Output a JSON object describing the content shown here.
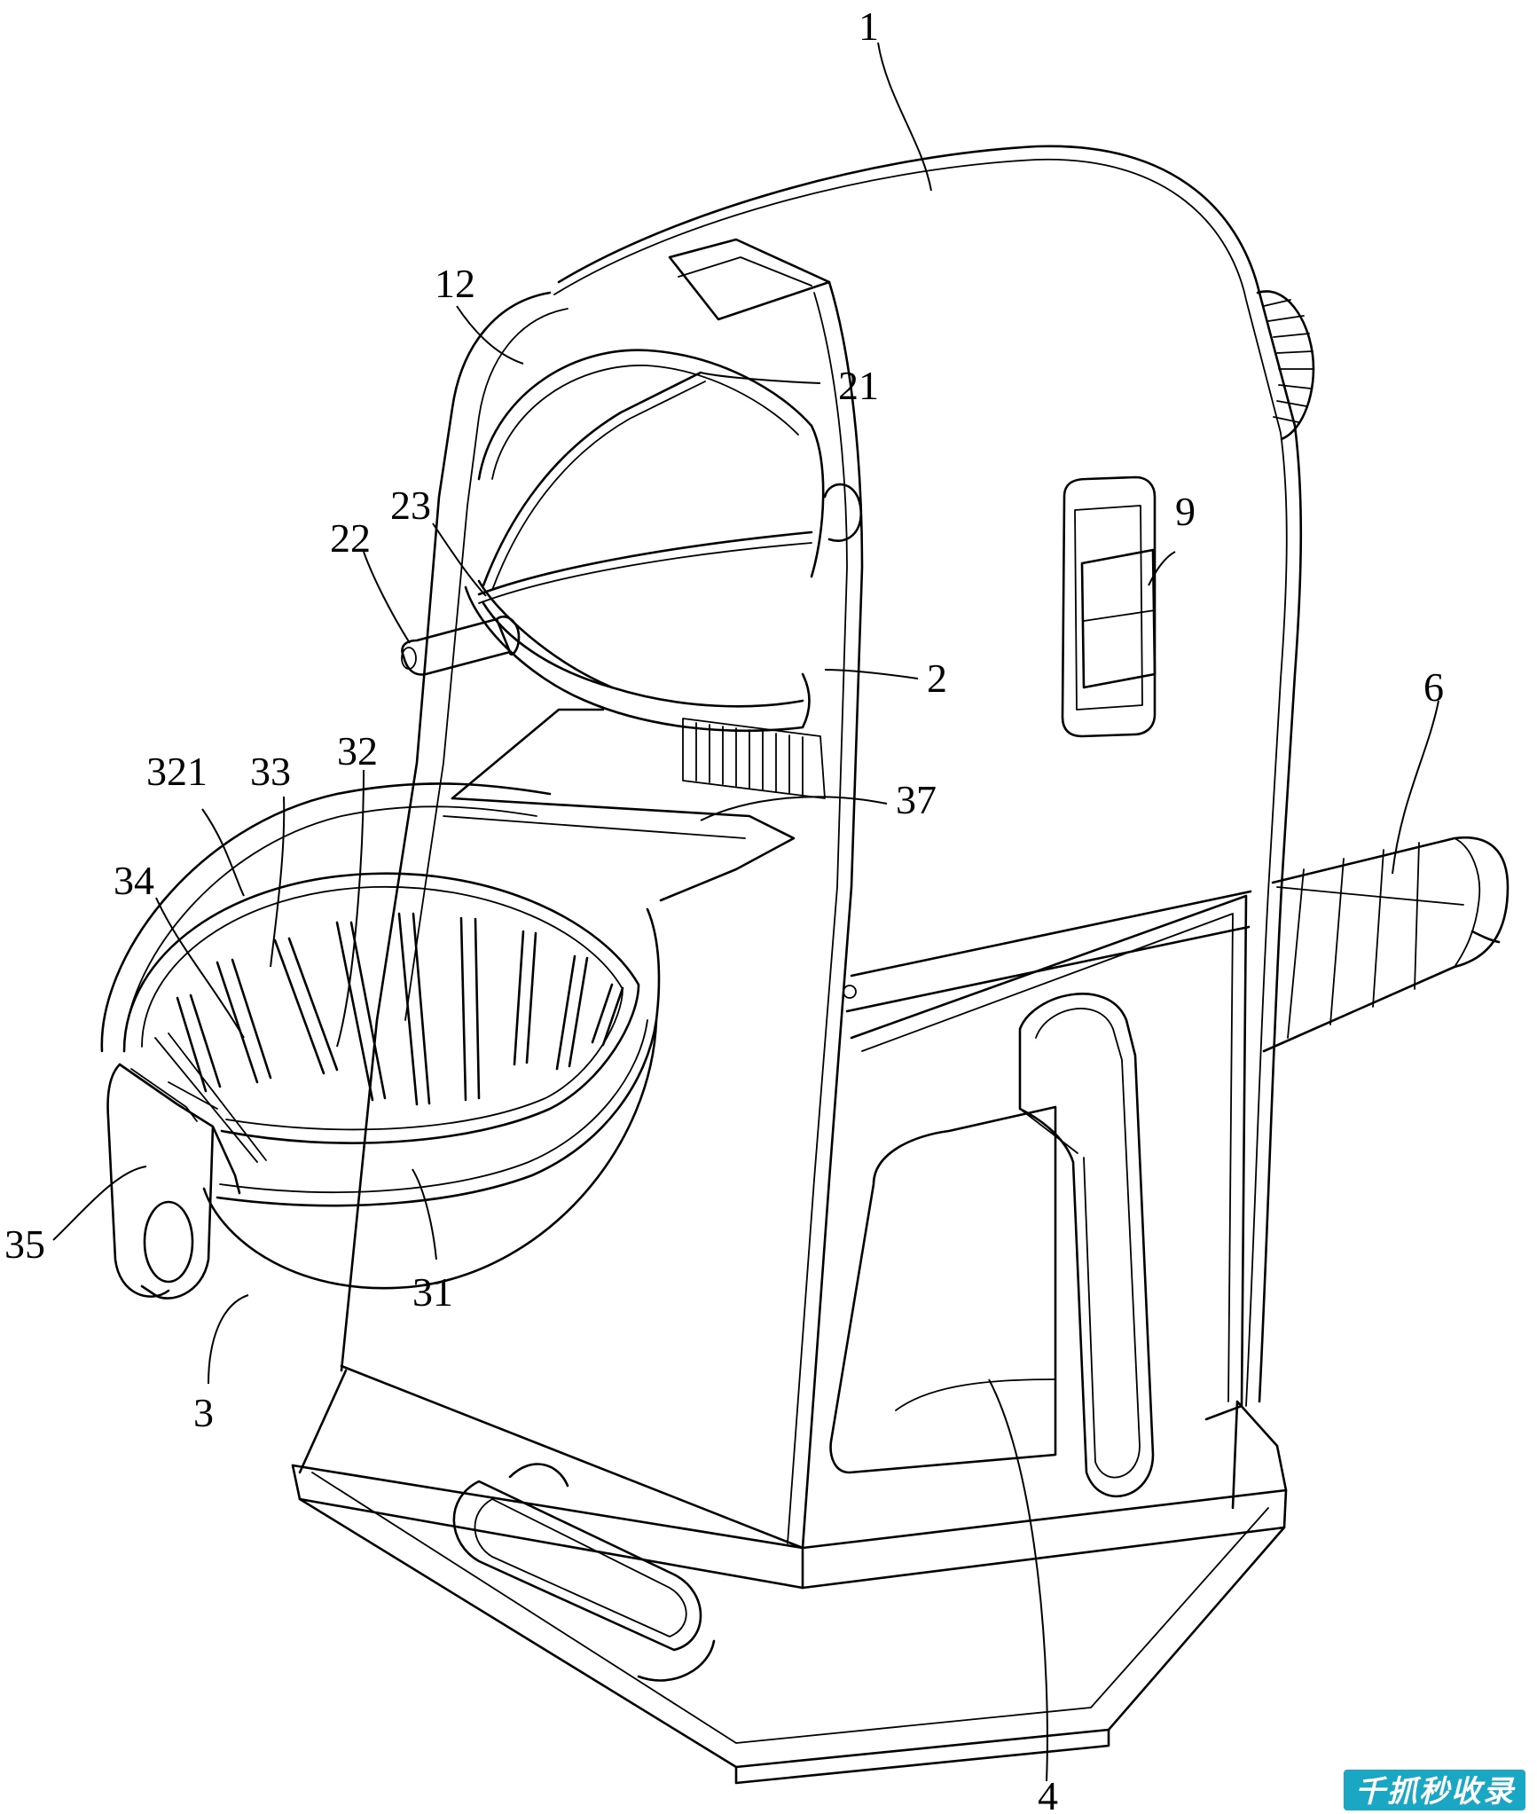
{
  "figure": {
    "reference_labels": [
      {
        "id": "label-1",
        "text": "1"
      },
      {
        "id": "label-12",
        "text": "12"
      },
      {
        "id": "label-21",
        "text": "21"
      },
      {
        "id": "label-23",
        "text": "23"
      },
      {
        "id": "label-22",
        "text": "22"
      },
      {
        "id": "label-9",
        "text": "9"
      },
      {
        "id": "label-2",
        "text": "2"
      },
      {
        "id": "label-6",
        "text": "6"
      },
      {
        "id": "label-321",
        "text": "321"
      },
      {
        "id": "label-33",
        "text": "33"
      },
      {
        "id": "label-32",
        "text": "32"
      },
      {
        "id": "label-37",
        "text": "37"
      },
      {
        "id": "label-34",
        "text": "34"
      },
      {
        "id": "label-35",
        "text": "35"
      },
      {
        "id": "label-31",
        "text": "31"
      },
      {
        "id": "label-3",
        "text": "3"
      },
      {
        "id": "label-4",
        "text": "4"
      }
    ]
  },
  "watermark": {
    "text": "千抓秒收录",
    "background_color": "#1aa7c4"
  },
  "colors": {
    "line": "#000000",
    "background": "#ffffff"
  }
}
